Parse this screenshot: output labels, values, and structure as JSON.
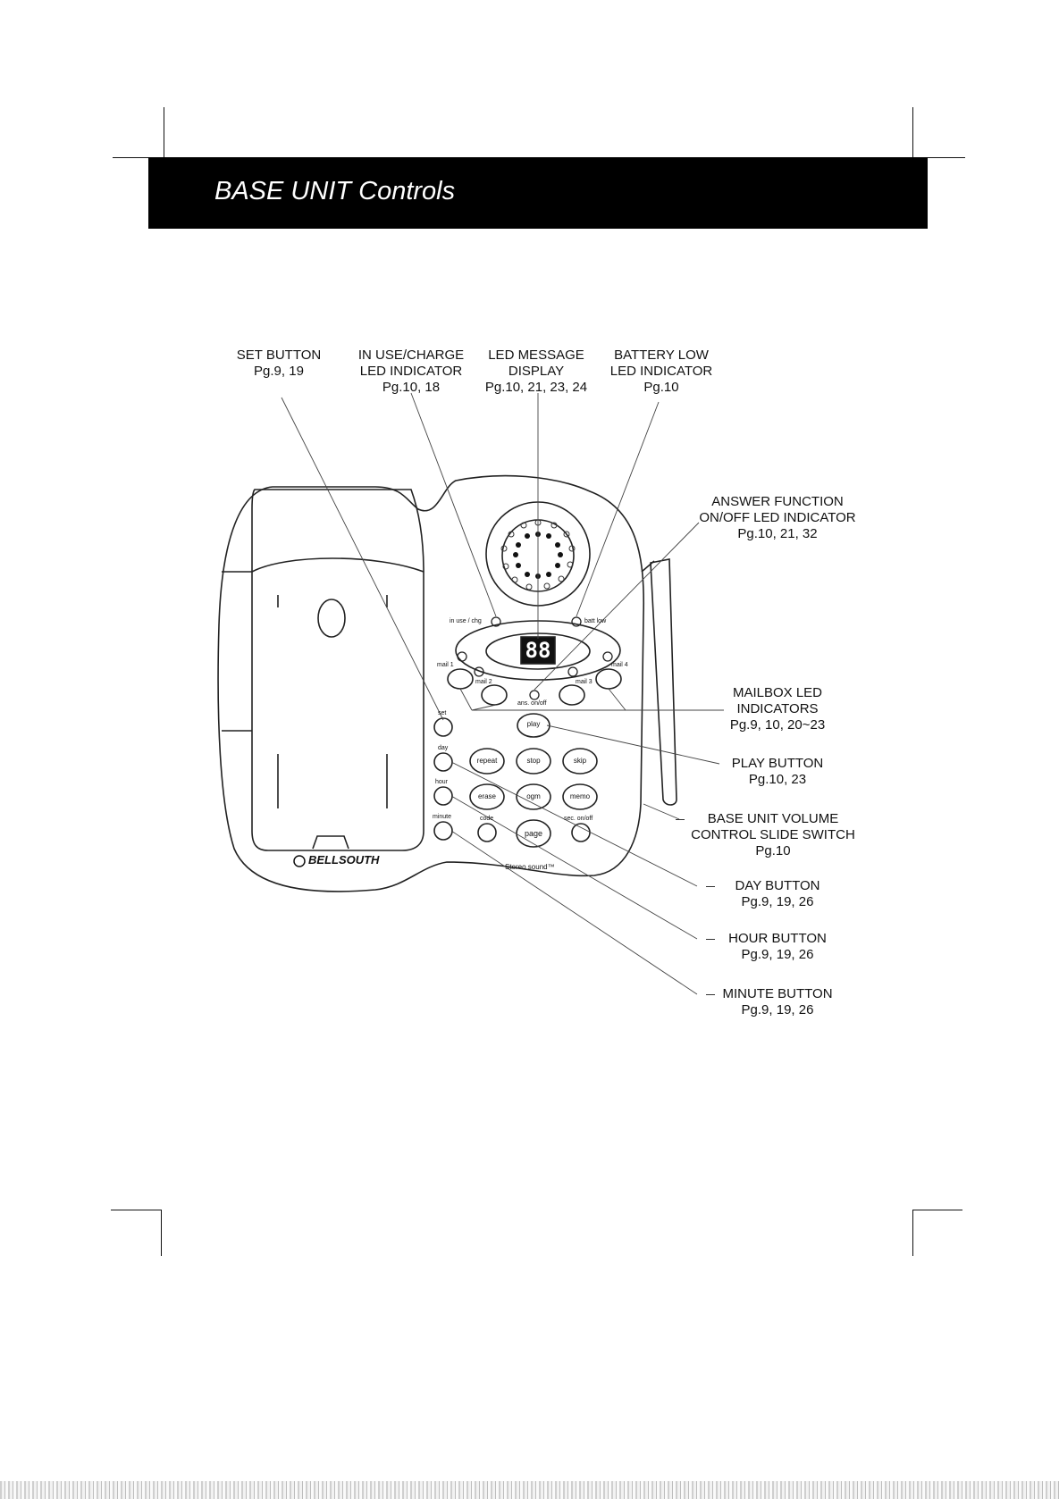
{
  "header": {
    "title": "BASE UNIT Controls"
  },
  "callouts": {
    "set_button": {
      "title": "SET BUTTON",
      "pages": "Pg.9, 19"
    },
    "in_use_charge": {
      "line1": "IN USE/CHARGE",
      "line2": "LED INDICATOR",
      "pages": "Pg.10, 18"
    },
    "led_message": {
      "line1": "LED MESSAGE",
      "line2": "DISPLAY",
      "pages": "Pg.10, 21, 23, 24"
    },
    "battery_low": {
      "line1": "BATTERY LOW",
      "line2": "LED INDICATOR",
      "pages": "Pg.10"
    },
    "answer_function": {
      "line1": "ANSWER FUNCTION",
      "line2": "ON/OFF LED INDICATOR",
      "pages": "Pg.10, 21, 32"
    },
    "mailbox_led": {
      "line1": "MAILBOX LED",
      "line2": "INDICATORS",
      "pages": "Pg.9, 10, 20~23"
    },
    "play_button": {
      "title": "PLAY BUTTON",
      "pages": "Pg.10, 23"
    },
    "volume_switch": {
      "line1": "BASE UNIT VOLUME",
      "line2": "CONTROL SLIDE SWITCH",
      "pages": "Pg.10"
    },
    "day_button": {
      "title": "DAY BUTTON",
      "pages": "Pg.9, 19, 26"
    },
    "hour_button": {
      "title": "HOUR BUTTON",
      "pages": "Pg.9, 19, 26"
    },
    "minute_button": {
      "title": "MINUTE BUTTON",
      "pages": "Pg.9, 19, 26"
    }
  },
  "phone": {
    "brand": "BELLSOUTH",
    "display_digits": "88",
    "footer_text": "Stereo sound™",
    "labels": {
      "in_use_chg": "in use / chg",
      "batt_low": "batt low",
      "mail1": "mail 1",
      "mail2": "mail 2",
      "mail3": "mail 3",
      "mail4": "mail 4",
      "ans_on_off": "ans. on/off",
      "set": "set",
      "day": "day",
      "hour": "hour",
      "minute": "minute",
      "code": "code",
      "sec_on_off": "sec. on/off"
    },
    "buttons": {
      "play": "play",
      "repeat": "repeat",
      "stop": "stop",
      "skip": "skip",
      "erase": "erase",
      "ogm": "ogm",
      "memo": "memo",
      "page": "page"
    }
  }
}
